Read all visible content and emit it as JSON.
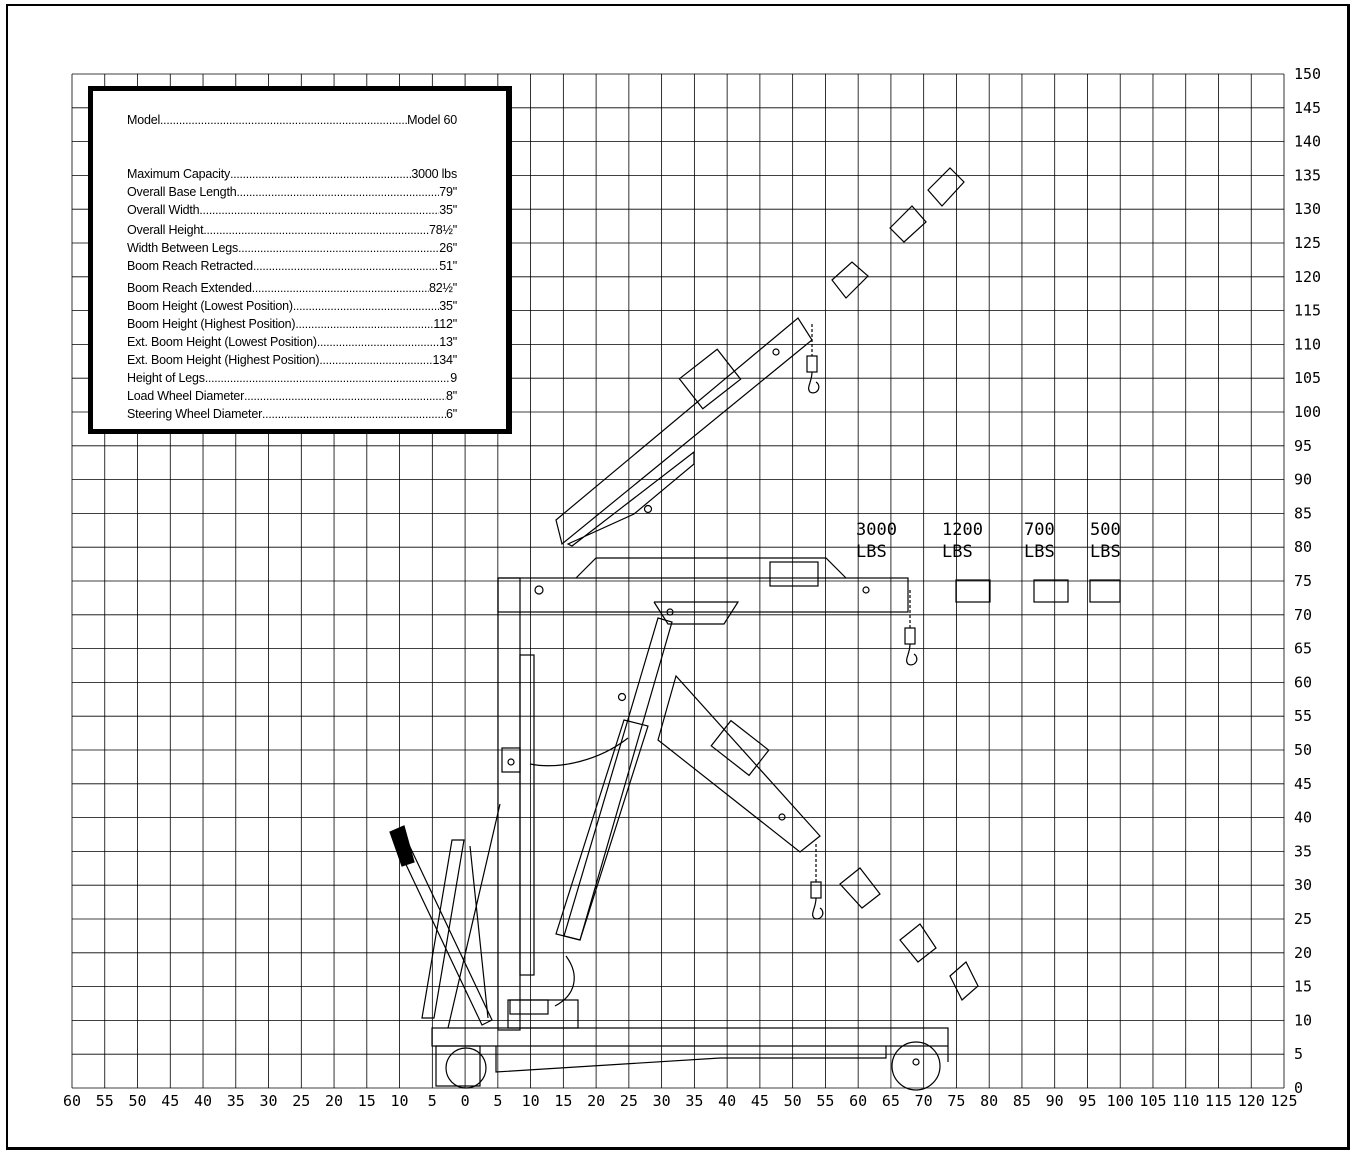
{
  "specs": [
    {
      "label": "Model",
      "value": "Model 60"
    },
    {
      "label": "Maximum Capacity",
      "value": "3000 lbs"
    },
    {
      "label": "Overall Base Length",
      "value": "79\""
    },
    {
      "label": "Overall Width",
      "value": "35\""
    },
    {
      "label": "Overall Height",
      "value": "78½\""
    },
    {
      "label": "Width Between Legs",
      "value": "26\""
    },
    {
      "label": "Boom Reach Retracted",
      "value": "51\""
    },
    {
      "label": "Boom Reach Extended",
      "value": "82½\""
    },
    {
      "label": "Boom Height (Lowest Position)",
      "value": "35\""
    },
    {
      "label": "Boom Height (Highest Position)",
      "value": "112\""
    },
    {
      "label": "Ext. Boom Height (Lowest Position)",
      "value": "13\""
    },
    {
      "label": "Ext. Boom Height (Highest Position)",
      "value": "134\""
    },
    {
      "label": "Height of Legs",
      "value": "9"
    },
    {
      "label": "Load Wheel Diameter",
      "value": "8\""
    },
    {
      "label": "Steering Wheel Diameter",
      "value": "6\""
    }
  ],
  "grid": {
    "x_labels": [
      "60",
      "55",
      "50",
      "45",
      "40",
      "35",
      "30",
      "25",
      "20",
      "15",
      "10",
      "5",
      "0",
      "5",
      "10",
      "15",
      "20",
      "25",
      "30",
      "35",
      "40",
      "45",
      "50",
      "55",
      "60",
      "65",
      "70",
      "75",
      "80",
      "85",
      "90",
      "95",
      "100",
      "105",
      "110",
      "115",
      "120",
      "125"
    ],
    "y_labels": [
      "150",
      "145",
      "140",
      "135",
      "130",
      "125",
      "120",
      "115",
      "110",
      "105",
      "100",
      "95",
      "90",
      "85",
      "80",
      "75",
      "70",
      "65",
      "60",
      "55",
      "50",
      "45",
      "40",
      "35",
      "30",
      "25",
      "20",
      "15",
      "10",
      "5",
      "0"
    ]
  },
  "load_labels": [
    {
      "weight": "3000",
      "unit": "LBS"
    },
    {
      "weight": "1200",
      "unit": "LBS"
    },
    {
      "weight": "700",
      "unit": "LBS"
    },
    {
      "weight": "500",
      "unit": "LBS"
    }
  ],
  "colors": {
    "line": "#000000",
    "grid": "#000000",
    "background": "#ffffff"
  }
}
